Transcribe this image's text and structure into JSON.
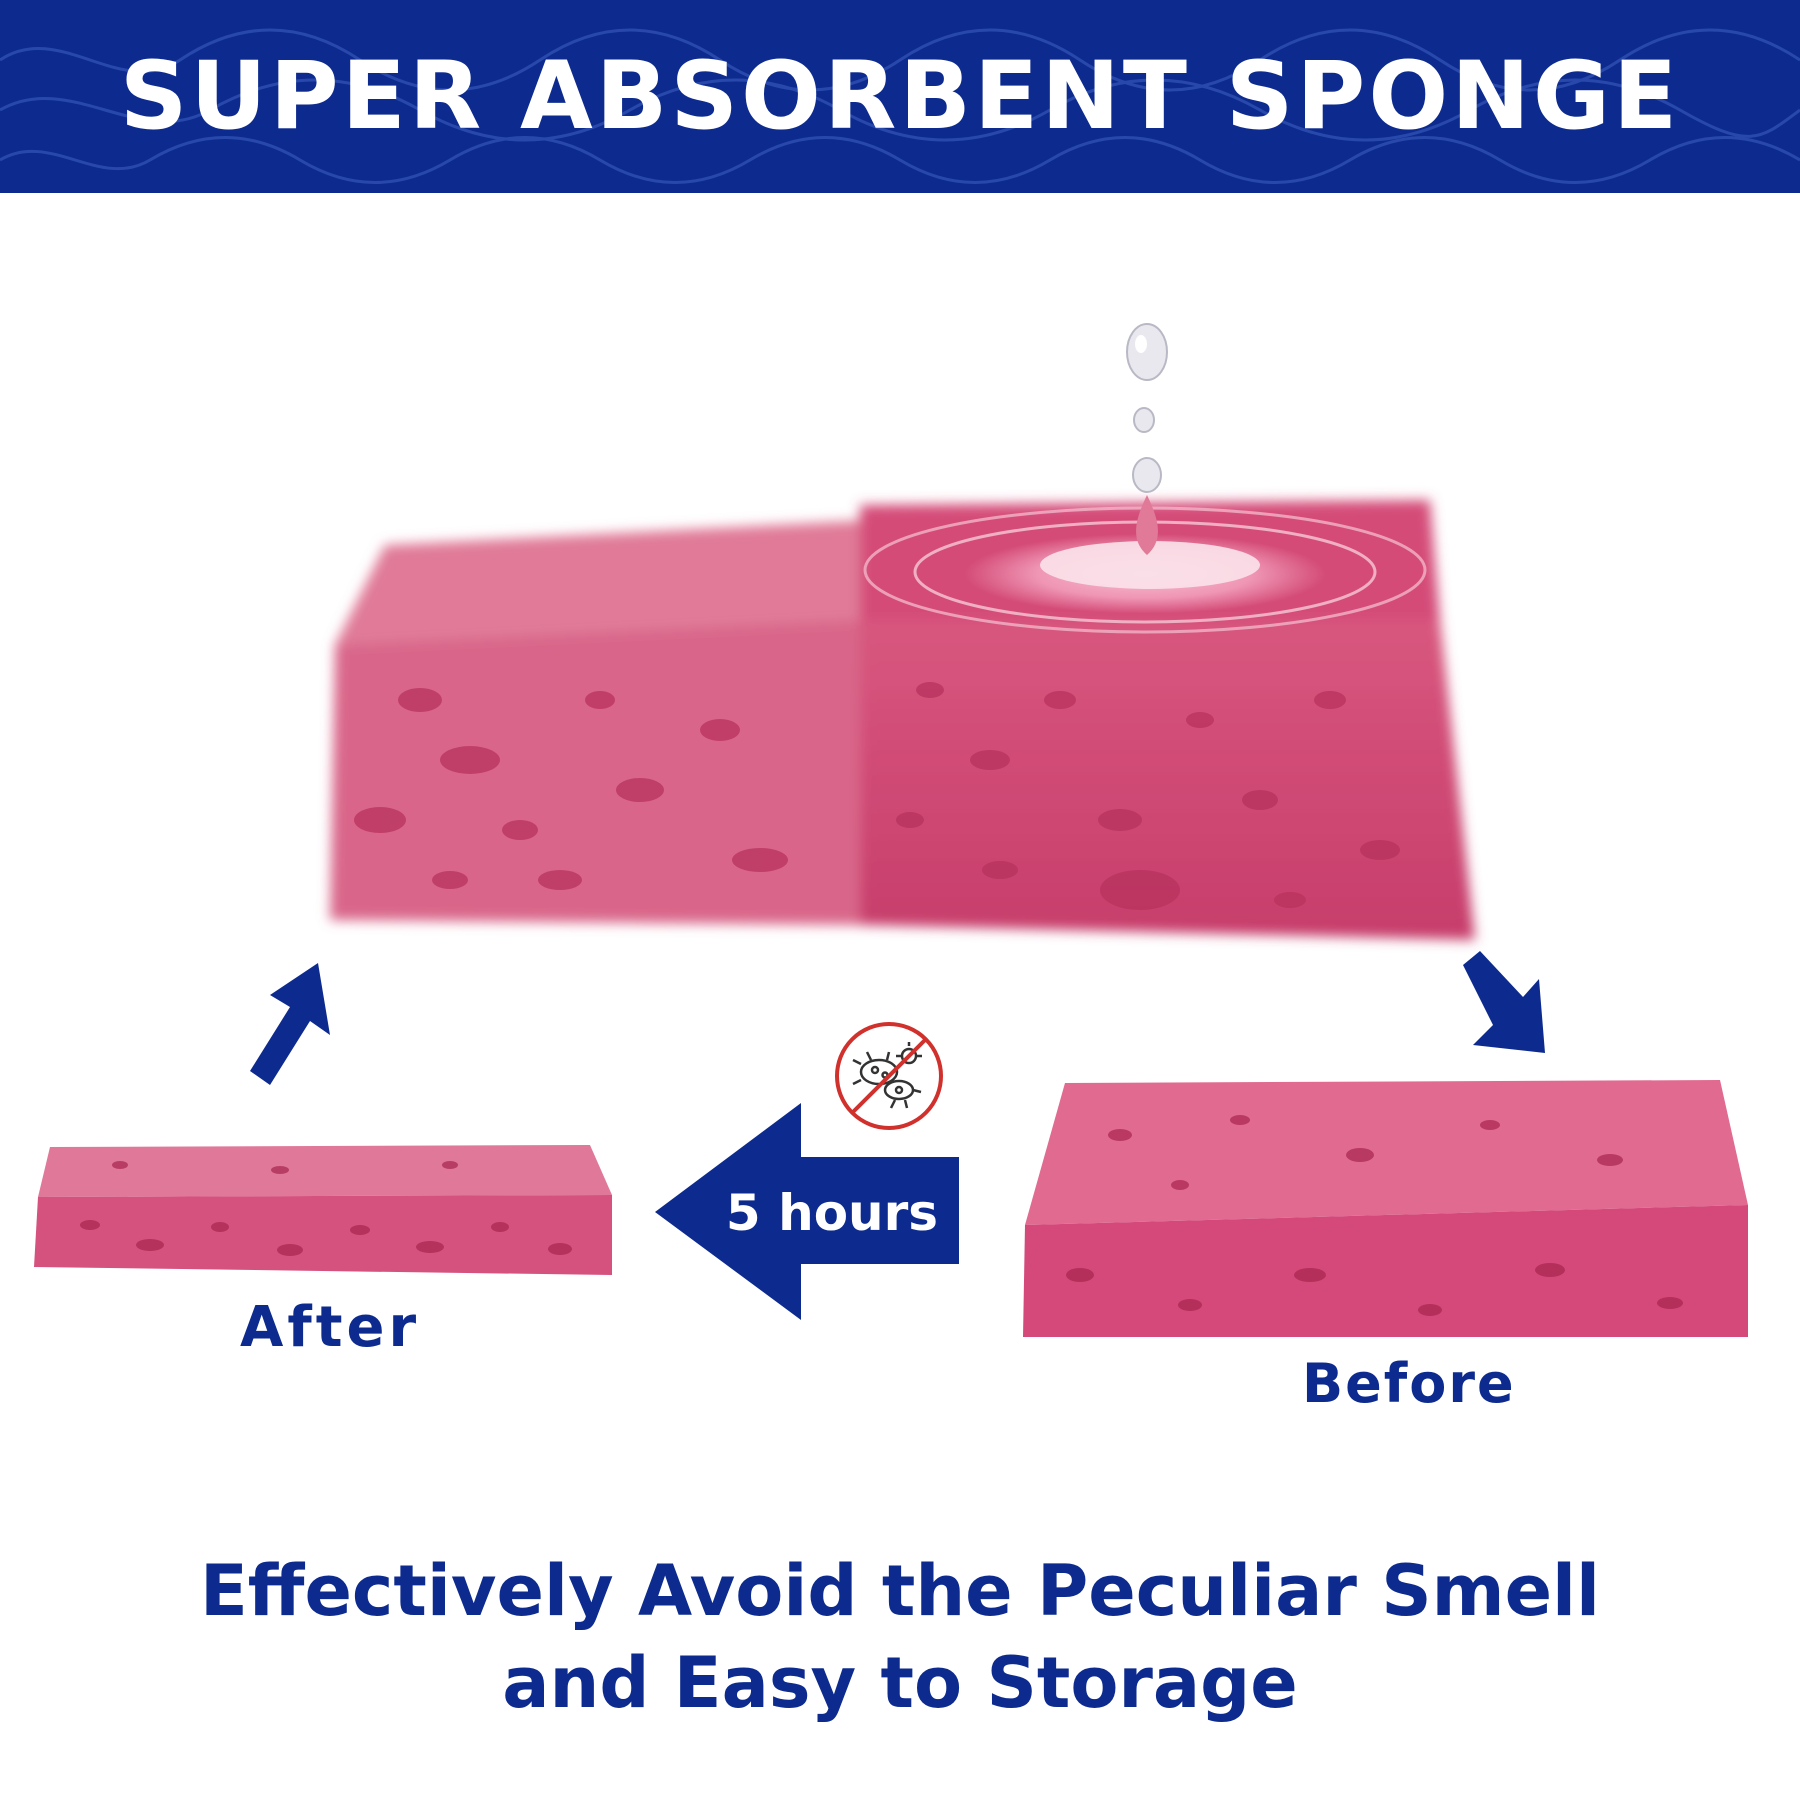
{
  "banner": {
    "title": "SUPER ABSORBENT SPONGE"
  },
  "labels": {
    "after": "After",
    "before": "Before",
    "duration": "5 hours"
  },
  "footer": {
    "line1": "Effectively Avoid the Peculiar Smell",
    "line2": "and Easy to Storage"
  },
  "colors": {
    "brand_blue": "#0d2b8e",
    "sponge_pink": "#d44c78",
    "sponge_dark": "#a8254f",
    "white": "#ffffff"
  },
  "icons": {
    "water_drop": "water-drop-icon",
    "no_bacteria": "no-bacteria-icon",
    "arrow_up": "arrow-up-right-icon",
    "arrow_down": "arrow-down-right-icon",
    "arrow_left": "arrow-left-icon"
  }
}
